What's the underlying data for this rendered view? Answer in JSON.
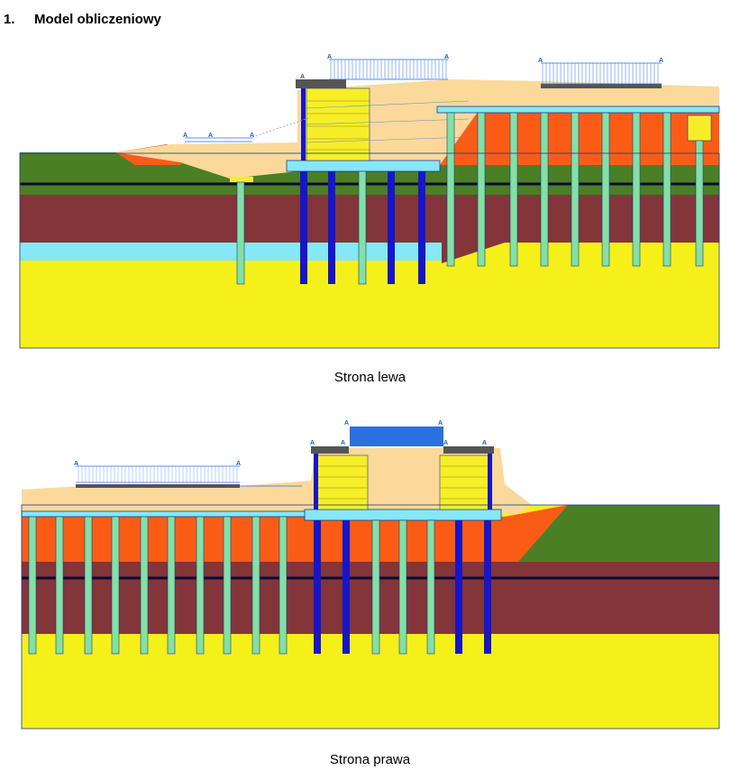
{
  "section": {
    "number": "1.",
    "title": "Model obliczeniowy"
  },
  "figures": [
    {
      "caption": "Strona lewa"
    },
    {
      "caption": "Strona prawa"
    }
  ],
  "load_marker": "A",
  "colors": {
    "fill_light": "#fbd99a",
    "sand_yellow": "#f5f01a",
    "clay_brown": "#83353a",
    "grass_green": "#4b7f25",
    "orange_layer": "#fa5c16",
    "cyan_layer": "#86e8f6",
    "pile_green": "#84e0a4",
    "pile_blue": "#1616c8",
    "load_blue": "#2b6fe0",
    "crib_yellow": "#f7ee2a",
    "water_line": "#0a0a33",
    "outline": "#1a3a8a"
  }
}
